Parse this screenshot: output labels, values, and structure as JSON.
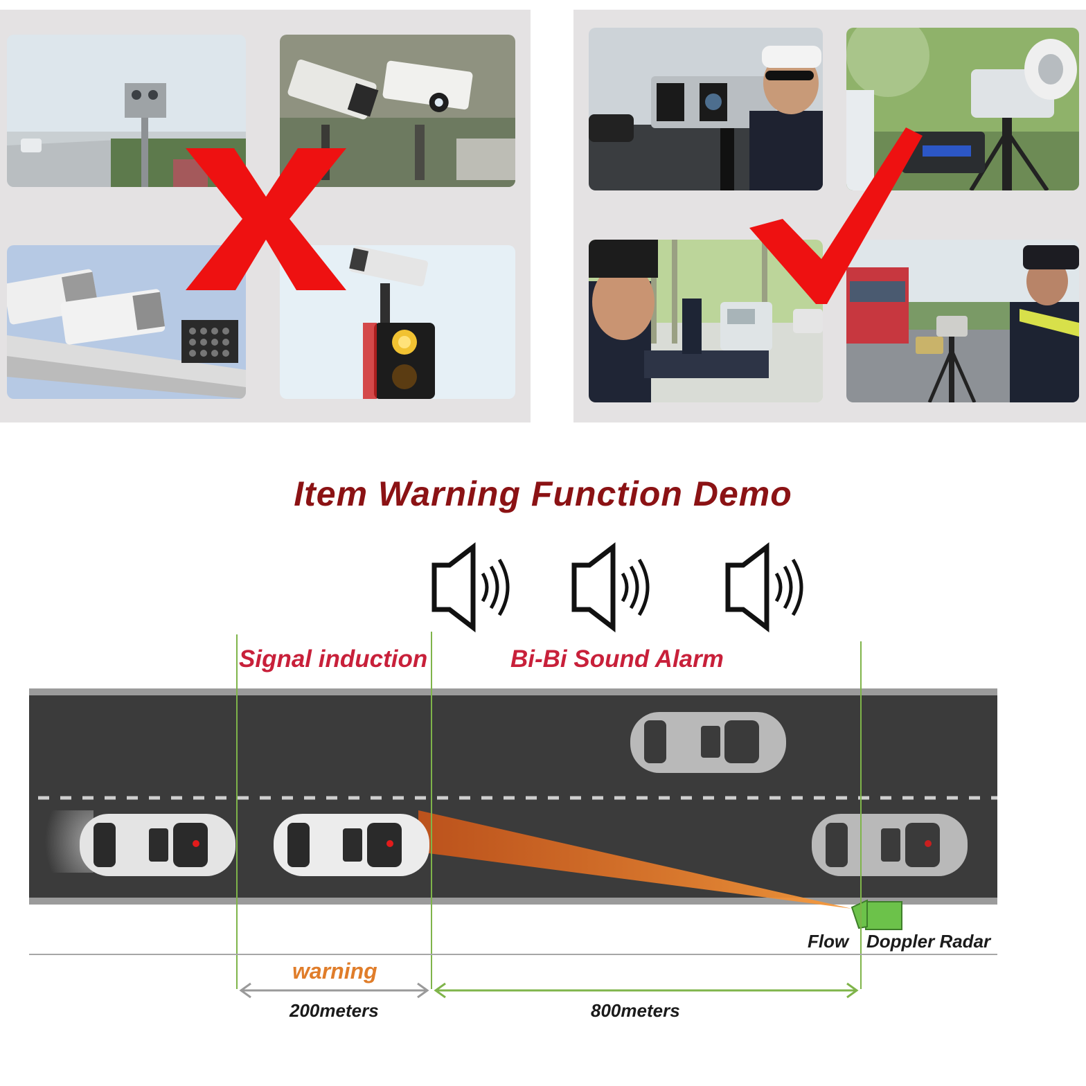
{
  "header": {
    "title": "Item Warning Function Demo"
  },
  "left_panel": {
    "mark": "cross-mark-icon",
    "photos": [
      "roadside-radar-photo",
      "cctv-cameras-photo",
      "gantry-cameras-photo",
      "traffic-light-camera-photo"
    ]
  },
  "right_panel": {
    "mark": "check-mark-icon",
    "photos": [
      "officer-radar-gun-photo",
      "tripod-radar-photo",
      "officer-handheld-radar-photo",
      "officer-tripod-radar-photo"
    ]
  },
  "diagram": {
    "signal_label": "Signal induction",
    "alarm_label": "Bi-Bi Sound Alarm",
    "flow_label": "Flow",
    "radar_label": "Doppler Radar",
    "warning_label": "warning",
    "distance_short": "200meters",
    "distance_long": "800meters",
    "speaker_icons": [
      "speaker-icon",
      "speaker-icon",
      "speaker-icon"
    ]
  },
  "colors": {
    "title": "#8b1214",
    "label_red": "#c8203a",
    "road": "#3a3a3a",
    "guide_line": "#7fb44a",
    "beam": "#e8641a",
    "warning": "#e07d2a",
    "radar": "#5fb84a"
  }
}
